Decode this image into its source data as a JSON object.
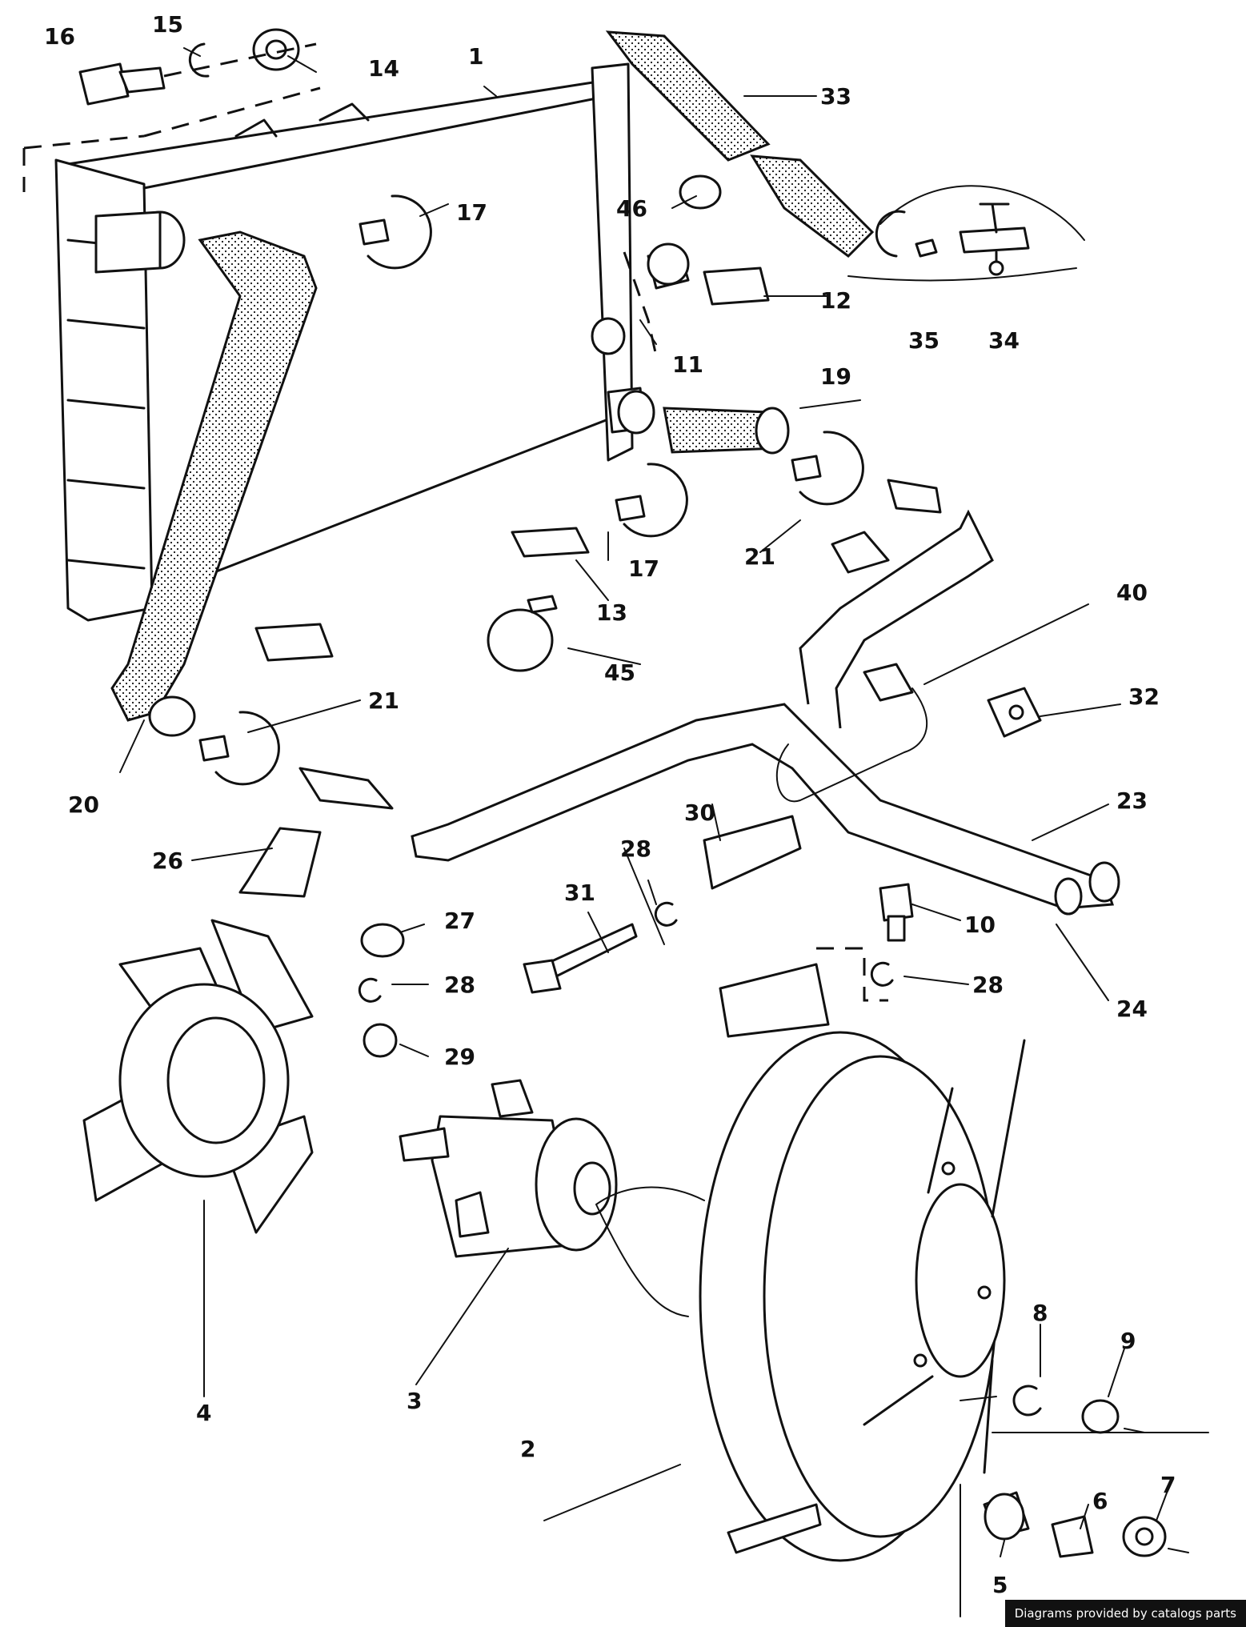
{
  "callouts": [
    "1",
    "2",
    "3",
    "4",
    "5",
    "6",
    "7",
    "8",
    "9",
    "10",
    "11",
    "12",
    "13",
    "14",
    "15",
    "16",
    "17",
    "17",
    "19",
    "20",
    "21",
    "21",
    "23",
    "24",
    "26",
    "27",
    "28",
    "28",
    "28",
    "29",
    "30",
    "31",
    "32",
    "33",
    "34",
    "35",
    "40",
    "45",
    "46"
  ],
  "credit": "Diagrams provided by catalogs parts"
}
